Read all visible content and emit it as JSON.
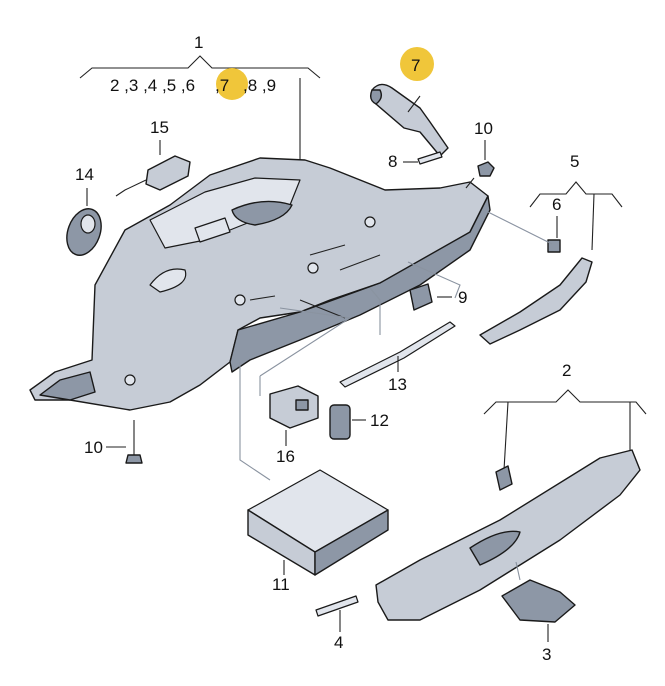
{
  "colors": {
    "highlight": "#f0c63a",
    "part_fill": "#c6ccd6",
    "part_shadow": "#8d97a6",
    "part_light": "#e1e5ec",
    "outline": "#1a1a1a"
  },
  "callouts": {
    "c1": "1",
    "c1_sub_a": "2 ,3 ,4 ,5 ,6",
    "c1_sub_hl": ",7",
    "c1_sub_b": ",8 ,9",
    "c2": "2",
    "c3": "3",
    "c4": "4",
    "c5": "5",
    "c6": "6",
    "c7": "7",
    "c8": "8",
    "c9": "9",
    "c10_top": "10",
    "c10_bottom": "10",
    "c11": "11",
    "c12": "12",
    "c13": "13",
    "c14": "14",
    "c15": "15",
    "c16": "16"
  }
}
